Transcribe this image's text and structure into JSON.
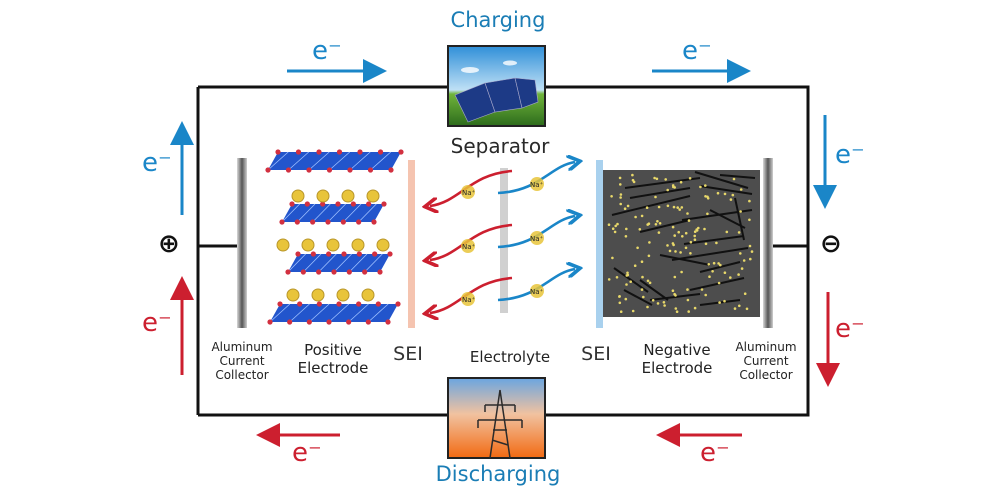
{
  "diagram": {
    "title_top": "Charging",
    "title_bottom": "Discharging",
    "separator_label": "Separator",
    "electrolyte_label": "Electrolyte",
    "sei_left": "SEI",
    "sei_right": "SEI",
    "positive_electrode": "Positive\nElectrode",
    "negative_electrode": "Negative\nElectrode",
    "collector_left": "Aluminum\nCurrent\nCollector",
    "collector_right": "Aluminum\nCurrent\nCollector",
    "electron_label": "e⁻",
    "ion_label": "Na⁺",
    "terminal_positive": "⊕",
    "terminal_negative": "⊖",
    "charging_image": "solar-panel",
    "discharging_image": "power-tower",
    "colors": {
      "charging": "#1a86c8",
      "discharging": "#cc1f2f",
      "circuit": "#111111",
      "layer": "#2255cc",
      "ion": "#e8c43a",
      "anode": "#4d4d4d",
      "sei_positive": "#f5c4b0",
      "sei_negative": "#a9d1ee"
    }
  }
}
